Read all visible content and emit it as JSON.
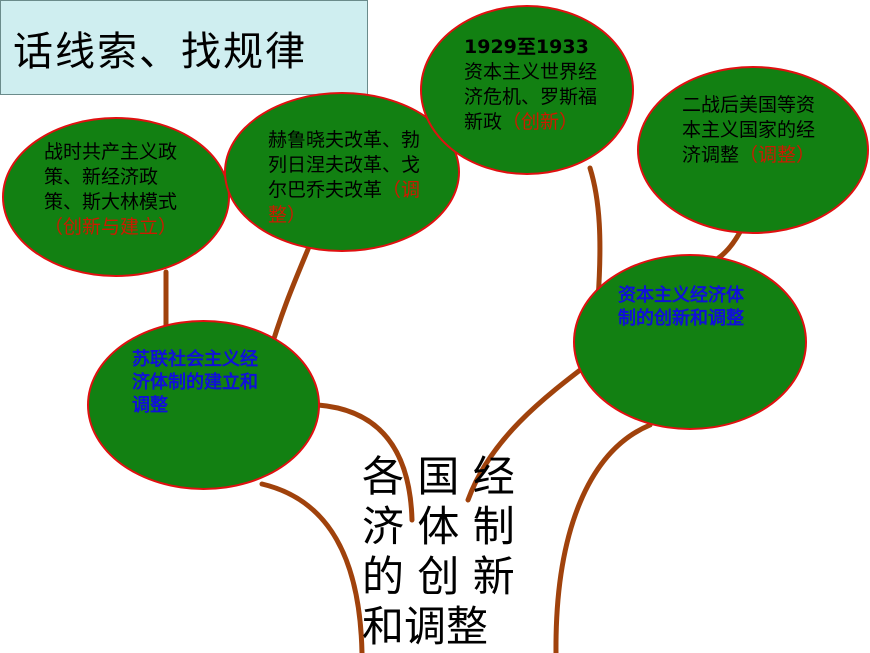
{
  "title": "话线索、找规律",
  "colors": {
    "leaf_fill": "#128012",
    "leaf_border": "#e01010",
    "branch": "#a0420c",
    "title_bg": "#cfeef0",
    "note_red": "#cc1a00",
    "blue_text": "#1010d8"
  },
  "center": {
    "line1": "各 国 经",
    "line2": "济 体 制",
    "line3": "的 创 新",
    "line4": "和调整"
  },
  "left_branch": {
    "hub": "苏联社会主义经济体制的建立和调整",
    "leaf1": {
      "text": "战时共产主义政策、新经济政策、斯大林模式",
      "note": "（创新与建立）"
    },
    "leaf2": {
      "text": "赫鲁晓夫改革、勃列日涅夫改革、戈尔巴乔夫改革",
      "note": "（调整）"
    }
  },
  "right_branch": {
    "hub": "资本主义经济体制的创新和调整",
    "leaf1": {
      "year_a": "1929",
      "mid": "至",
      "year_b": "1933",
      "text": "资本主义世界经济危机、罗斯福新政",
      "note": "（创新）"
    },
    "leaf2": {
      "text": "二战后美国等资本主义国家的经济调整",
      "note": "（调整）"
    }
  }
}
